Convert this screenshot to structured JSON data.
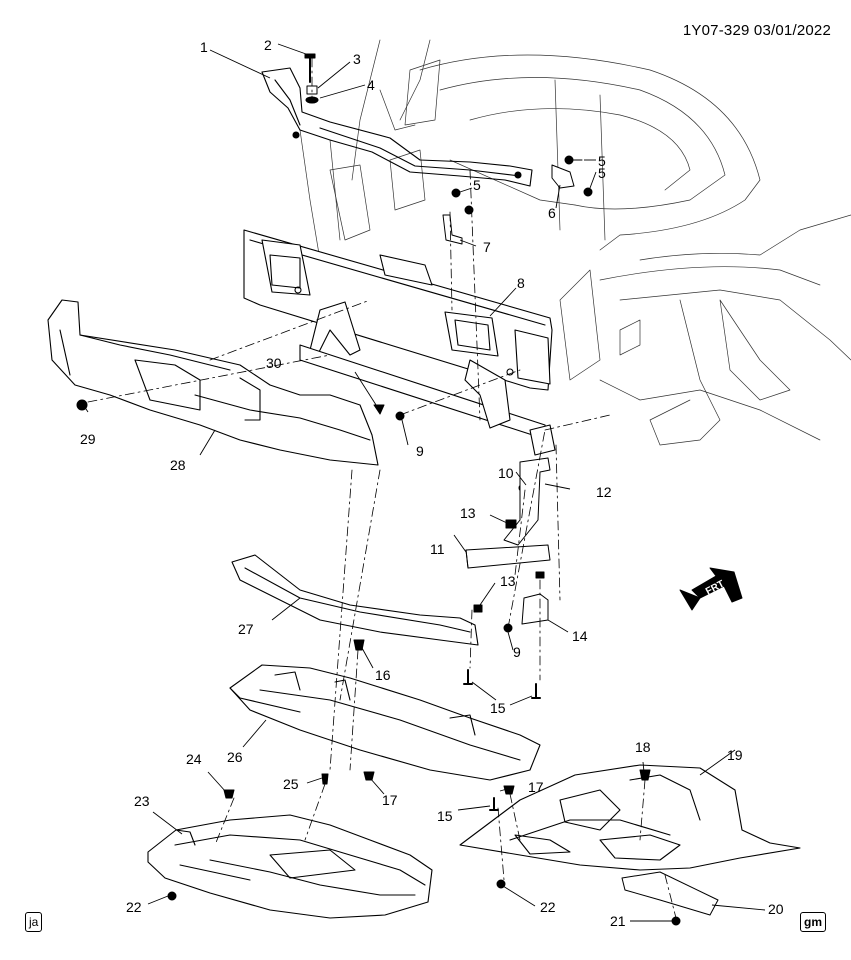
{
  "header": {
    "doc_id": "1Y07-329  03/01/2022"
  },
  "footer": {
    "left_badge": "ja",
    "right_badge": "gm"
  },
  "direction": {
    "label": "FRT"
  },
  "callouts": [
    "1",
    "2",
    "3",
    "4",
    "5",
    "5",
    "5",
    "6",
    "7",
    "8",
    "9",
    "9",
    "10",
    "11",
    "12",
    "13",
    "13",
    "14",
    "15",
    "15",
    "16",
    "17",
    "17",
    "18",
    "19",
    "20",
    "21",
    "22",
    "22",
    "23",
    "24",
    "25",
    "26",
    "27",
    "28",
    "29",
    "30"
  ]
}
